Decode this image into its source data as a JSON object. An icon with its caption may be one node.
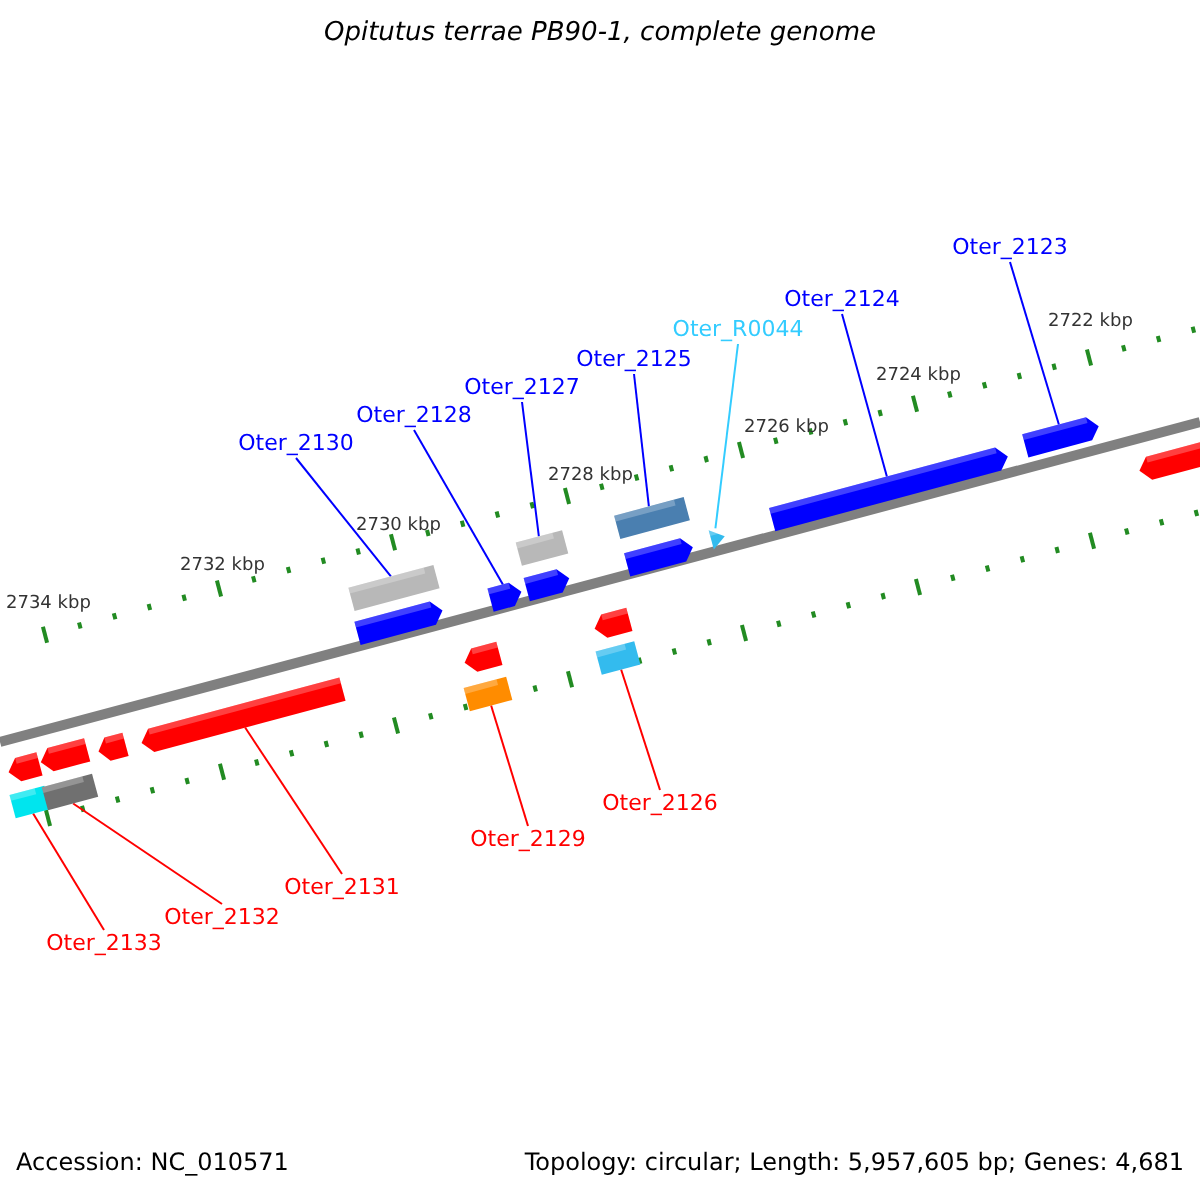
{
  "diagram": {
    "title": "Opitutus terrae PB90-1, complete genome",
    "nodes": [
      {
        "text": [
          "Oter_2123"
        ]
      },
      {
        "text": [
          "Oter_2124"
        ]
      },
      {
        "text": [
          "Oter_R0044"
        ]
      },
      {
        "text": [
          "Oter_2125"
        ]
      },
      {
        "text": [
          "Oter_2127"
        ]
      },
      {
        "text": [
          "Oter_2128"
        ]
      },
      {
        "text": [
          "Oter_2130"
        ]
      },
      {
        "text": [
          "Oter_2126"
        ]
      },
      {
        "text": [
          "Oter_2129"
        ]
      },
      {
        "text": [
          "Oter_2131"
        ]
      },
      {
        "text": [
          "Oter_2132"
        ]
      },
      {
        "text": [
          "Oter_2133"
        ]
      },
      {
        "text": [],
        "shape": "bar"
      },
      {
        "text": [],
        "shape": "bar"
      },
      {
        "text": [],
        "shape": "bar"
      },
      {
        "text": [],
        "shape": "bar"
      },
      {
        "text": [],
        "shape": "bar"
      },
      {
        "text": [],
        "shape": "bar"
      },
      {
        "text": [],
        "shape": "bar"
      },
      {
        "text": [],
        "shape": "bar"
      },
      {
        "text": [],
        "shape": "bar"
      },
      {
        "text": [],
        "shape": "bar"
      },
      {
        "text": [],
        "shape": "bar"
      },
      {
        "text": [],
        "shape": "bar"
      },
      {
        "text": [],
        "shape": "bar"
      },
      {
        "text": [],
        "shape": "bar"
      },
      {
        "text": [],
        "shape": "bar"
      },
      {
        "text": [],
        "shape": "bar"
      },
      {
        "text": [],
        "shape": "bar"
      },
      {
        "text": [],
        "shape": "triangle"
      },
      {
        "text": [],
        "shape": "bar"
      },
      {
        "text": [],
        "shape": "bar"
      },
      {
        "text": [],
        "shape": "bar"
      }
    ],
    "edges": [
      {
        "from": 0,
        "to": 31,
        "arrow": "none"
      },
      {
        "from": 1,
        "to": 30,
        "arrow": "none"
      },
      {
        "from": 2,
        "to": 29,
        "arrow": "none",
        "color": "#33ccff"
      },
      {
        "from": 3,
        "to": 27,
        "arrow": "none"
      },
      {
        "from": 4,
        "to": 23,
        "arrow": "none"
      },
      {
        "from": 5,
        "to": 22,
        "arrow": "none"
      },
      {
        "from": 6,
        "to": 18,
        "arrow": "none"
      },
      {
        "from": 7,
        "to": 26,
        "arrow": "none",
        "color": "#ff0000"
      },
      {
        "from": 8,
        "to": 21,
        "arrow": "none",
        "color": "#ff0000"
      },
      {
        "from": 9,
        "to": 17,
        "arrow": "none",
        "color": "#ff0000"
      },
      {
        "from": 10,
        "to": 15,
        "arrow": "none",
        "color": "#ff0000"
      },
      {
        "from": 11,
        "to": 13,
        "arrow": "none",
        "color": "#ff0000"
      }
    ],
    "labels": [
      "2722 kbp",
      "2724 kbp",
      "2726 kbp",
      "2728 kbp",
      "2730 kbp",
      "2732 kbp",
      "2734 kbp",
      "Accession: NC_010571",
      "Topology: circular; Length: 5,957,605 bp; Genes: 4,681"
    ]
  }
}
